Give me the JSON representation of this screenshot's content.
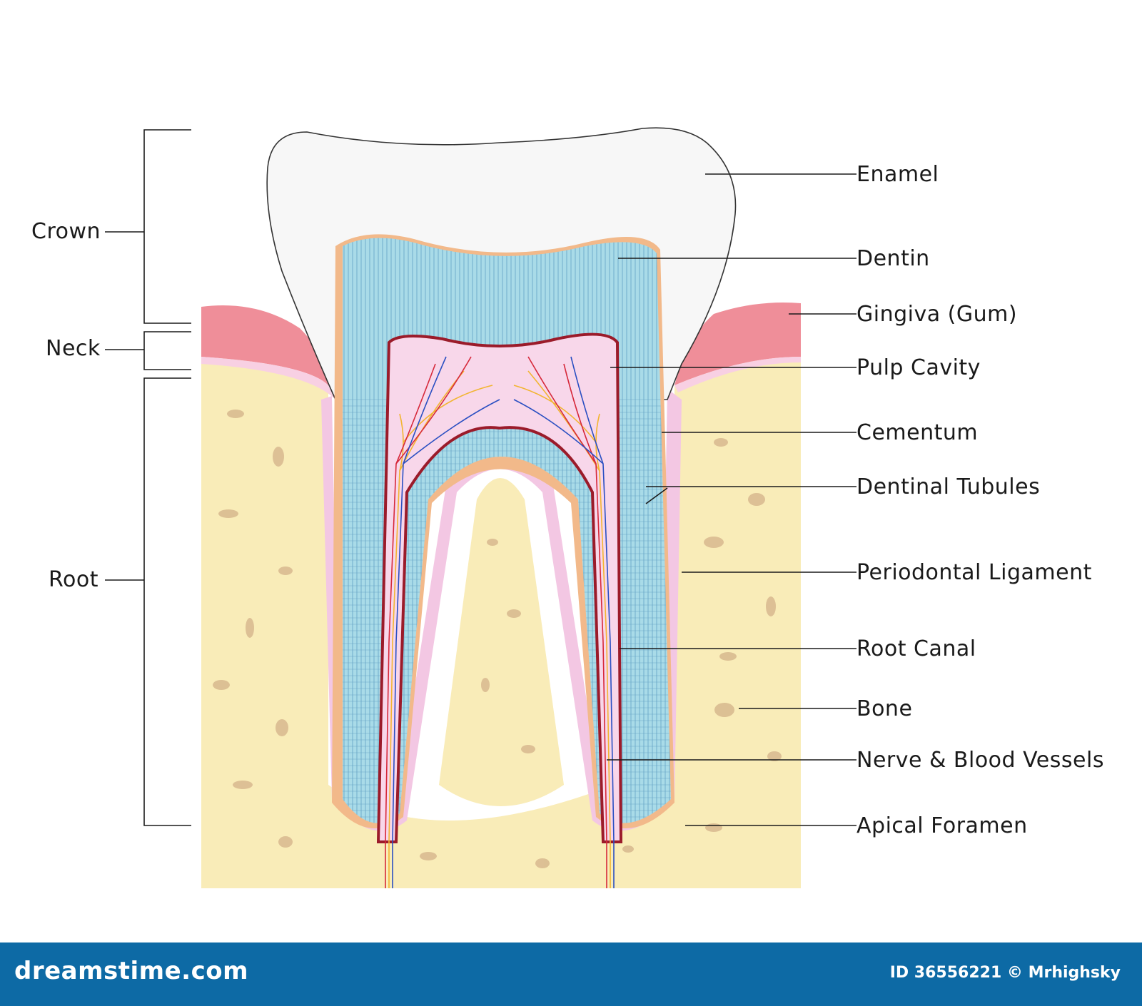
{
  "diagram": {
    "left_labels": {
      "crown": "Crown",
      "neck": "Neck",
      "root": "Root"
    },
    "right_labels": {
      "enamel": "Enamel",
      "dentin": "Dentin",
      "gingiva": "Gingiva (Gum)",
      "pulp_cavity": "Pulp Cavity",
      "cementum": "Cementum",
      "dentinal_tubules": "Dentinal Tubules",
      "periodontal_ligament": "Periodontal Ligament",
      "root_canal": "Root Canal",
      "bone": "Bone",
      "nerve_blood_vessels": "Nerve & Blood Vessels",
      "apical_foramen": "Apical Foramen"
    },
    "colors": {
      "enamel": "#f7f7f7",
      "dentin": "#a9dbe8",
      "cementum": "#f2b98a",
      "pulp": "#f8d7ea",
      "pulp_border": "#9b1b2a",
      "gingiva": "#ef8e99",
      "bone": "#f9ecb8",
      "bone_spots": "#d8b98e",
      "ligament": "#f3c7e3",
      "nerve": "#f2b531",
      "artery": "#d6283a",
      "vein": "#2a4fc2"
    }
  },
  "footer": {
    "logo": "dreamstime.com",
    "credit": "ID 36556221 © Mrhighsky"
  }
}
